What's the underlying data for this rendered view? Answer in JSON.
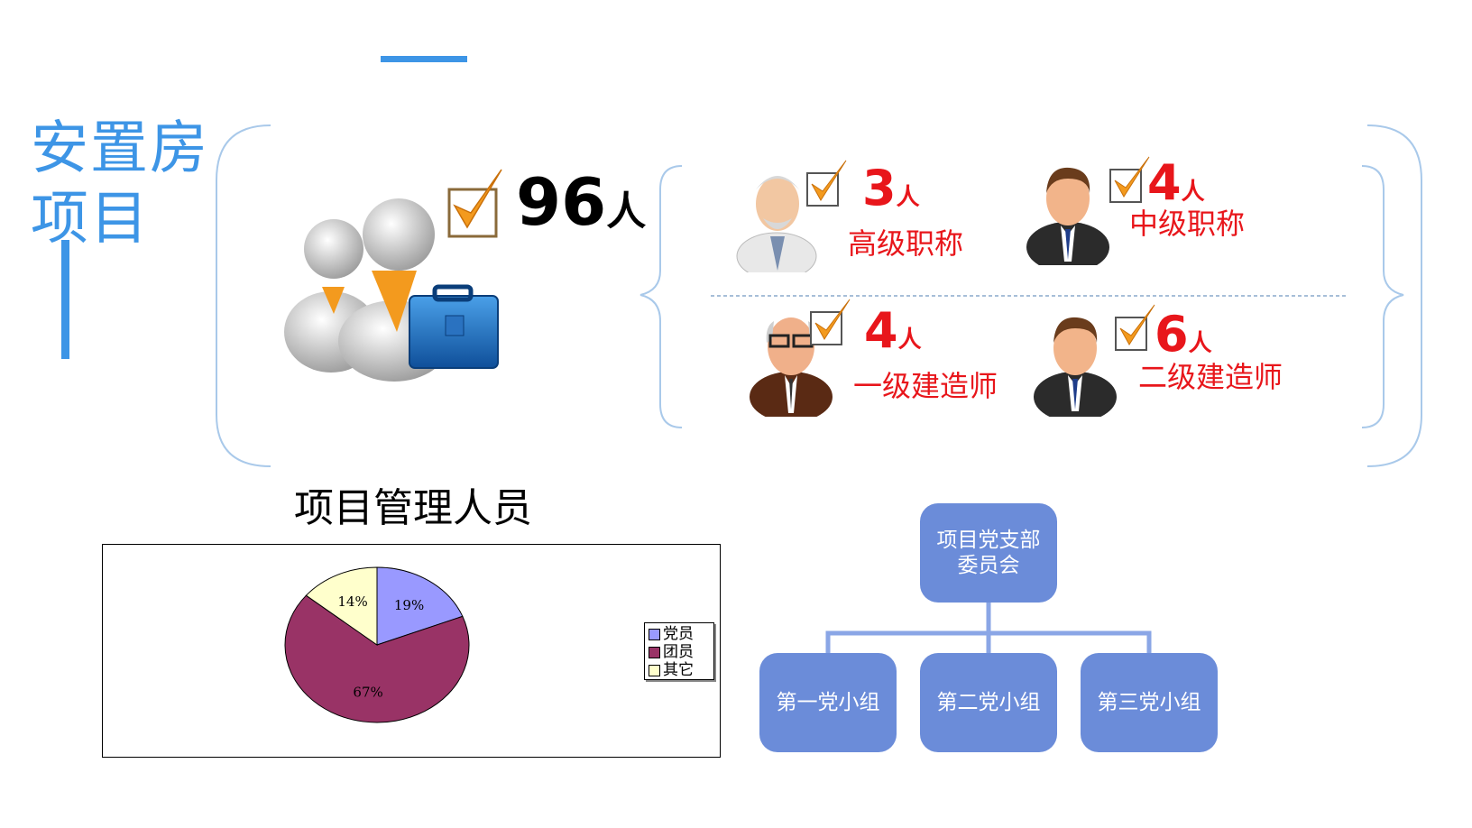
{
  "sidebar": {
    "title_line1": "安置房",
    "title_line2": "项目"
  },
  "summary": {
    "total_number": "96",
    "unit": "人"
  },
  "roles": [
    {
      "number": "3",
      "unit": "人",
      "label": "高级职称"
    },
    {
      "number": "4",
      "unit": "人",
      "label": "中级职称"
    },
    {
      "number": "4",
      "unit": "人",
      "label": "一级建造师"
    },
    {
      "number": "6",
      "unit": "人",
      "label": "二级建造师"
    }
  ],
  "colors": {
    "accent": "#3d95e6",
    "highlight": "#e8161b",
    "org_box": "#6b8cd9",
    "check": "#f39a1e"
  },
  "icons": [
    "people-briefcase-icon",
    "checkmark-icon",
    "doctor-avatar-icon",
    "businessman-avatar-icon",
    "elderly-man-avatar-icon"
  ],
  "chart_data": {
    "type": "pie",
    "title": "项目管理人员",
    "categories": [
      "党员",
      "团员",
      "其它"
    ],
    "values": [
      19,
      67,
      14
    ],
    "labels": [
      "19%",
      "67%",
      "14%"
    ],
    "colors": [
      "#9999ff",
      "#993366",
      "#ffffcc"
    ],
    "legend": "right"
  },
  "org": {
    "root": "项目党支部委员会",
    "root_line1": "项目党支部",
    "root_line2": "委员会",
    "children": [
      "第一党小组",
      "第二党小组",
      "第三党小组"
    ]
  }
}
